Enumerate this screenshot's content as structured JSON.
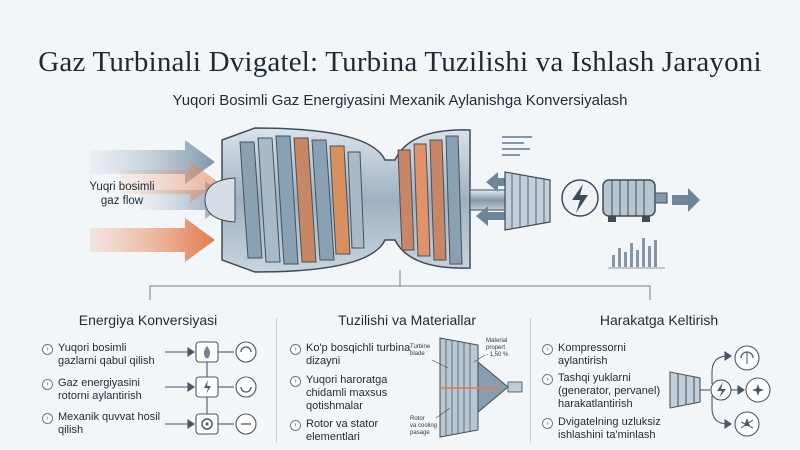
{
  "header": {
    "title": "Gaz Turbinali Dvigatel: Turbina Tuzilishi va Ishlash Jarayoni",
    "subtitle": "Yuqori Bosimli Gaz Energiyasini Mexanik Aylanishga Konversiyalash"
  },
  "hero": {
    "inflow_label_line1": "Yuqri bosimli",
    "inflow_label_line2": "gaz flow"
  },
  "panels": [
    {
      "title": "Energiya Konversiyasi",
      "items": [
        {
          "line1": "Yuqori bosimli",
          "line2": "gazlarni qabul qilish"
        },
        {
          "line1": "Gaz energiyasini",
          "line2": "rotorni aylantirish"
        },
        {
          "line1": "Mexanik quvvat hosil",
          "line2": "qilish"
        }
      ]
    },
    {
      "title": "Tuzilishi va Materiallar",
      "items": [
        {
          "line1": "Ko'p bosqichli turbina",
          "line2": "dizayni",
          "line3": ""
        },
        {
          "line1": "Yuqori haroratga",
          "line2": "chidamli maxsus",
          "line3": "qotishmalar"
        },
        {
          "line1": "Rotor va stator",
          "line2": "elementlari",
          "line3": ""
        }
      ],
      "callouts": {
        "blade_line1": "Turbine",
        "blade_line2": "blade",
        "material_line1": "Material",
        "material_line2": "propert",
        "material_line3": "- 1,50 %",
        "rotor_line1": "Rotor",
        "rotor_line2": "va cooling",
        "rotor_line3": "pasage"
      }
    },
    {
      "title": "Harakatga Keltirish",
      "items": [
        {
          "line1": "Kompressorni",
          "line2": "aylantirish",
          "line3": ""
        },
        {
          "line1": "Tashqi yuklarni",
          "line2": "(generator, pervanel)",
          "line3": "harakatlantirish"
        },
        {
          "line1": "Dvigatelning uzluksiz",
          "line2": "ishlashini ta'minlash",
          "line3": ""
        }
      ]
    }
  ],
  "colors": {
    "ink": "#1e2a36",
    "steel": "#6f8598",
    "steel_light": "#b9c7d3",
    "hot": "#e98a5e",
    "flow_blue": "#8ea3b6",
    "background": "#f3f6f9"
  },
  "icons": [
    "flame-icon",
    "lightning-icon",
    "gear-icon",
    "rotation-icon",
    "fan-icon",
    "bar-chart-icon"
  ]
}
